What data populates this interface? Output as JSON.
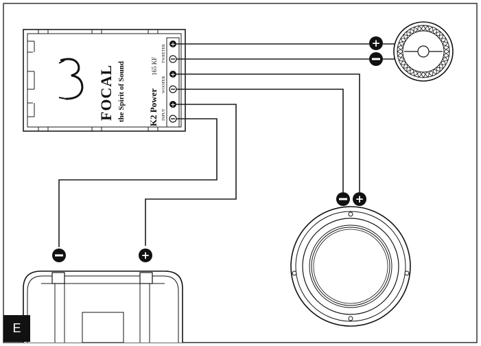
{
  "section_letter": "E",
  "crossover": {
    "brand": "FOCAL",
    "tagline": "the Spirit of Sound",
    "model": "K2 Power",
    "model_suffix": "165 KF",
    "labels": {
      "tweeter": "TWEETER",
      "woofer": "WOOFER",
      "input": "INPUT"
    }
  },
  "polarity": {
    "positive": "+",
    "negative": "−"
  },
  "colors": {
    "ink": "#1a1a1a",
    "frame": "#333333",
    "paper": "#ffffff"
  },
  "icons": {
    "tweeter": "dome-tweeter-icon",
    "woofer": "woofer-speaker-icon",
    "amplifier": "amplifier-icon",
    "terminal_positive": "plus-terminal-icon",
    "terminal_negative": "minus-terminal-icon"
  }
}
